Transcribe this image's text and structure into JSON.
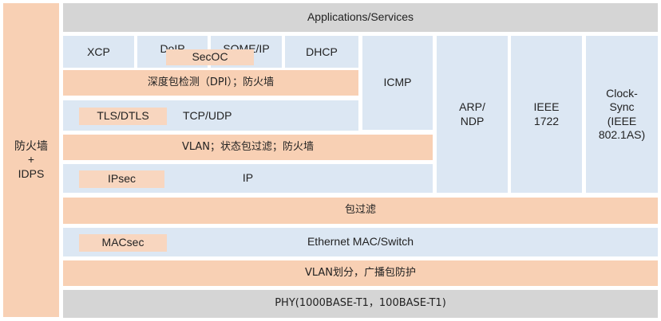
{
  "side_label": "防火墙\n+\nIDPS",
  "applications": "Applications/Services",
  "protocols": {
    "xcp": "XCP",
    "doip": "DoIP",
    "someip": "SOME/IP",
    "dhcp": "DHCP",
    "secoc": "SecOC",
    "icmp": "ICMP",
    "arp_ndp": "ARP/\nNDP",
    "ieee1722": "IEEE\n1722",
    "clock_sync": "Clock-\nSync\n(IEEE\n802.1AS)"
  },
  "layers": {
    "dpi": "深度包检测（DPI）；防火墙",
    "tls": "TLS/DTLS",
    "tcp_udp": "TCP/UDP",
    "vlan_firewall": "VLAN；状态包过滤；防火墙",
    "ipsec": "IPsec",
    "ip": "IP",
    "packet_filter": "包过滤",
    "macsec": "MACsec",
    "ethernet": "Ethernet MAC/Switch",
    "vlan_broadcast": "VLAN划分，广播包防护",
    "phy": "PHY(1000BASE-T1，100BASE-T1)"
  }
}
